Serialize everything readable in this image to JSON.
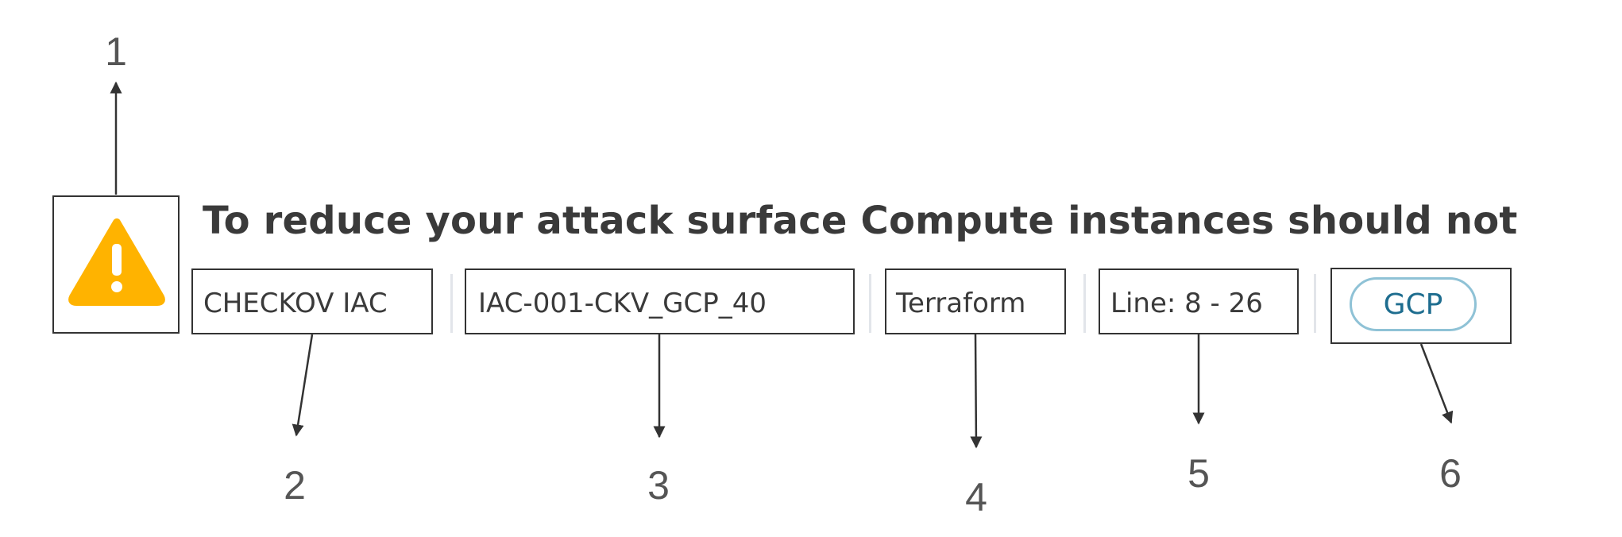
{
  "finding": {
    "title": "To reduce your attack surface Compute instances should not",
    "severity_icon": "warning-triangle-icon",
    "severity_color": "#ffb300",
    "scanner": "CHECKOV IAC",
    "policy_id": "IAC-001-CKV_GCP_40",
    "framework": "Terraform",
    "lines": "Line: 8 - 26",
    "cloud": "GCP",
    "cloud_color": "#1e6d8f"
  },
  "callouts": [
    "1",
    "2",
    "3",
    "4",
    "5",
    "6"
  ]
}
